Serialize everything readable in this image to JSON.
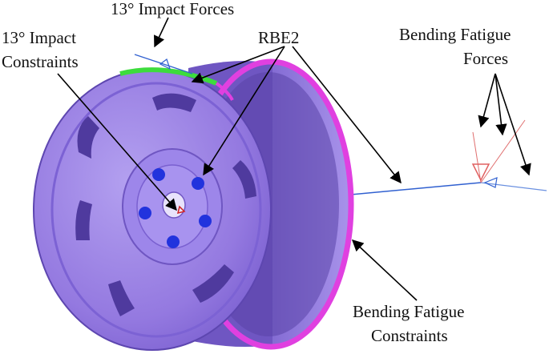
{
  "labels": {
    "impact_forces": "13° Impact Forces",
    "impact_constraints_line1": "13°  Impact",
    "impact_constraints_line2": "Constraints",
    "rbe2": "RBE2",
    "bending_forces_line1": "Bending Fatigue",
    "bending_forces_line2": "Forces",
    "bending_constraints_line1": "Bending Fatigue",
    "bending_constraints_line2": "Constraints"
  },
  "colors": {
    "wheel_face": "#9b83e6",
    "wheel_shadow": "#6f56c2",
    "wheel_dark": "#4f3a9e",
    "barrel": "#8a72d8",
    "constraint_magenta": "#e040e0",
    "constraint_green": "#3ddc3d",
    "bolt_blue": "#2233dd",
    "force_line_blue": "#3060d0",
    "force_red": "#e06060",
    "annotation": "#000000"
  },
  "icons": [
    "arrow-icon",
    "bolt-hole-icon"
  ]
}
